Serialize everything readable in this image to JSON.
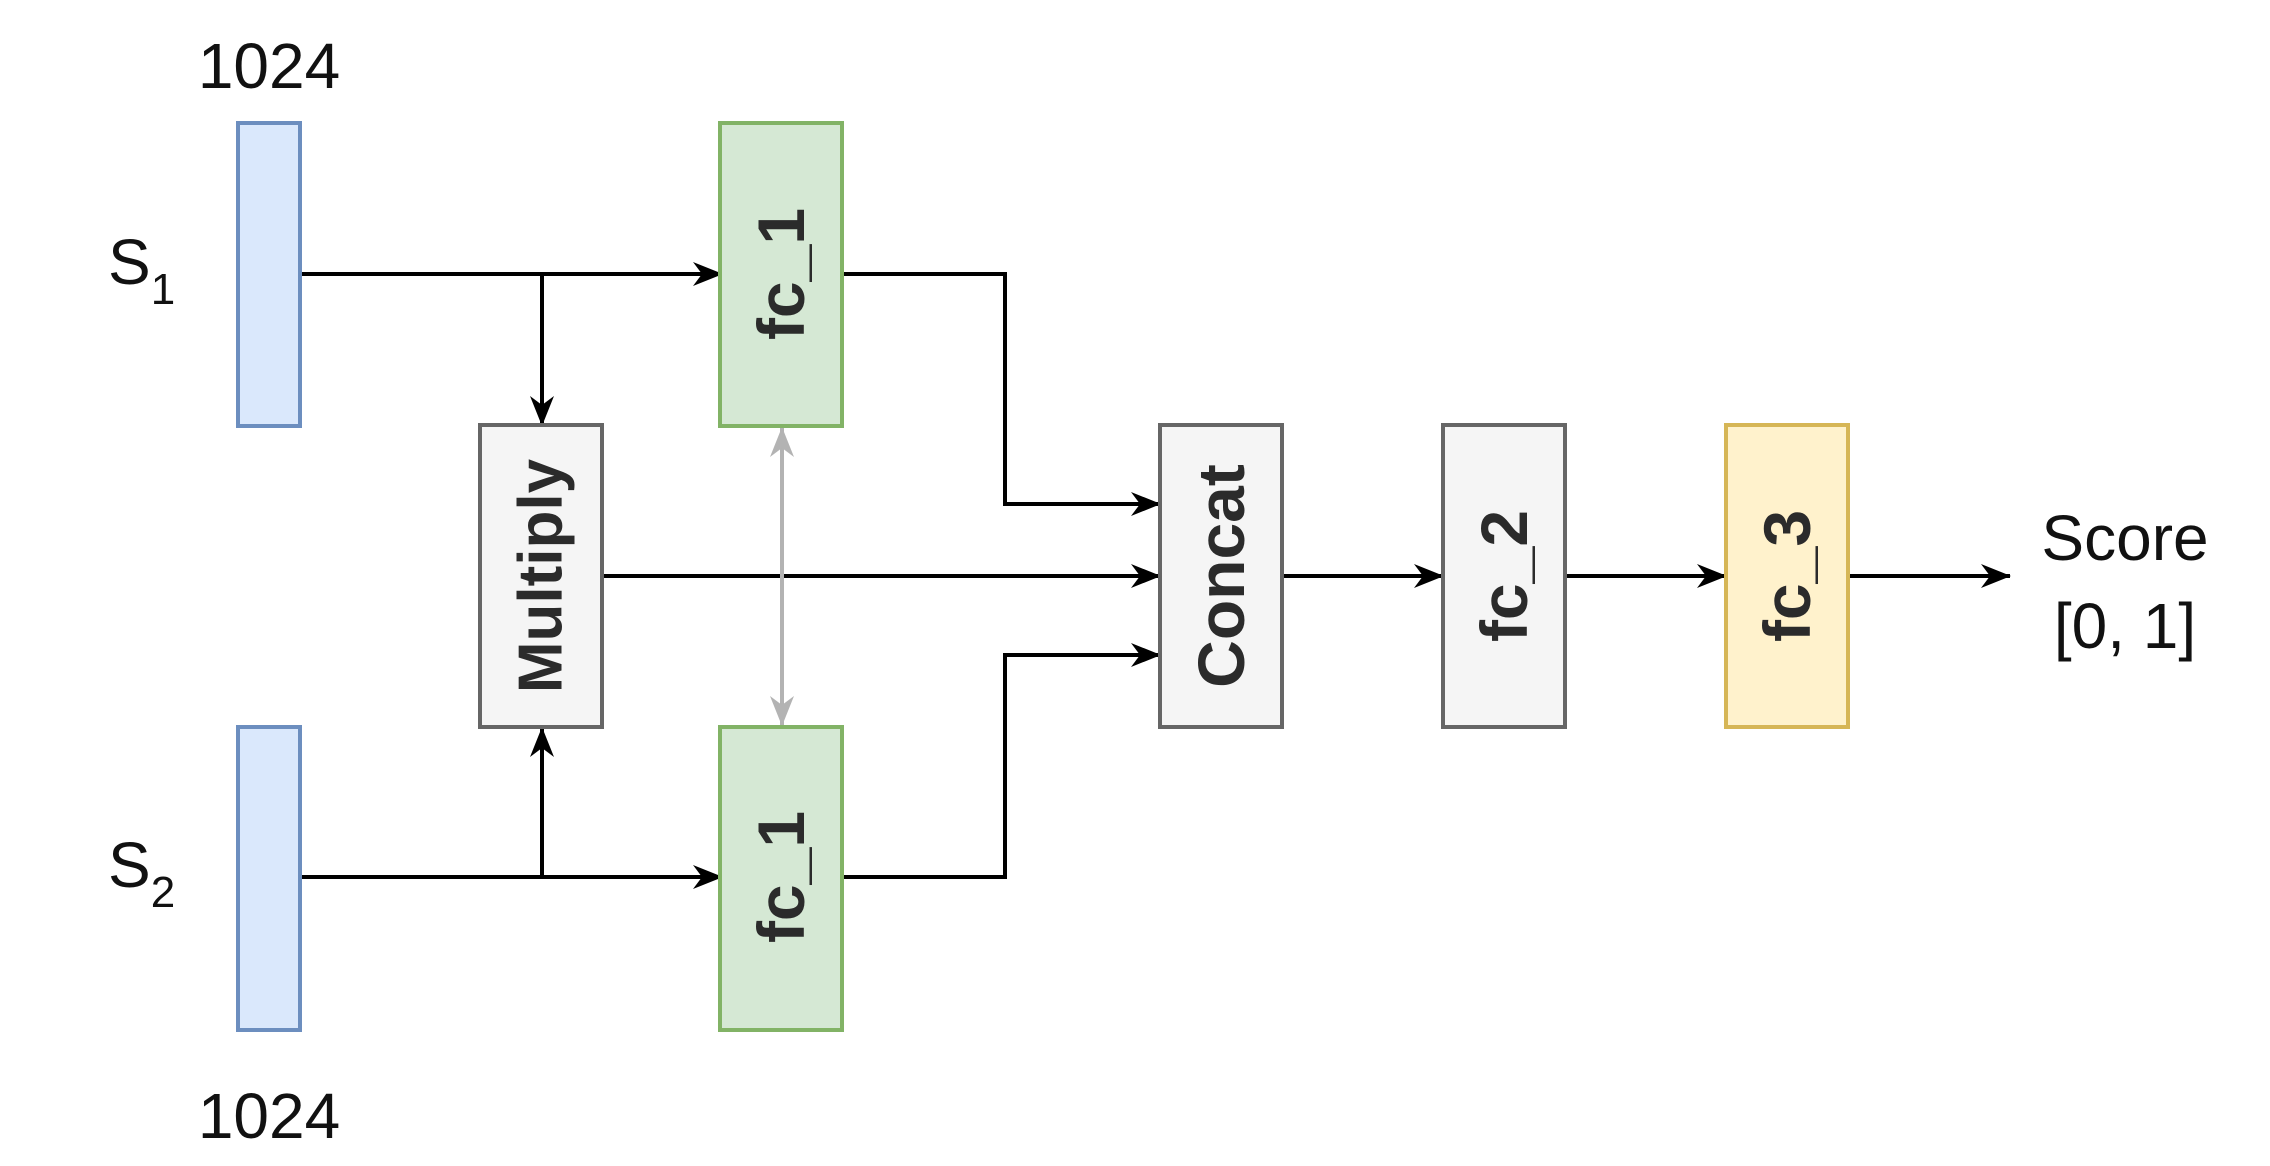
{
  "inputs": {
    "s1": {
      "letter": "S",
      "sub": "1",
      "dim": "1024"
    },
    "s2": {
      "letter": "S",
      "sub": "2",
      "dim": "1024"
    }
  },
  "blocks": {
    "fc1_top": "fc_1",
    "fc1_bottom": "fc_1",
    "multiply": "Multiply",
    "concat": "Concat",
    "fc2": "fc_2",
    "fc3": "fc_3"
  },
  "output": {
    "line1": "Score",
    "line2": "[0, 1]"
  },
  "colors": {
    "input_fill": "#dae8fc",
    "input_stroke": "#6c8ebf",
    "fc1_fill": "#d5e8d4",
    "fc1_stroke": "#82b366",
    "gray_fill": "#f5f5f5",
    "gray_stroke": "#666666",
    "fc3_fill": "#fff2cc",
    "fc3_stroke": "#d6b656",
    "arrow": "#000000",
    "shared_arrow": "#b3b3b3"
  }
}
